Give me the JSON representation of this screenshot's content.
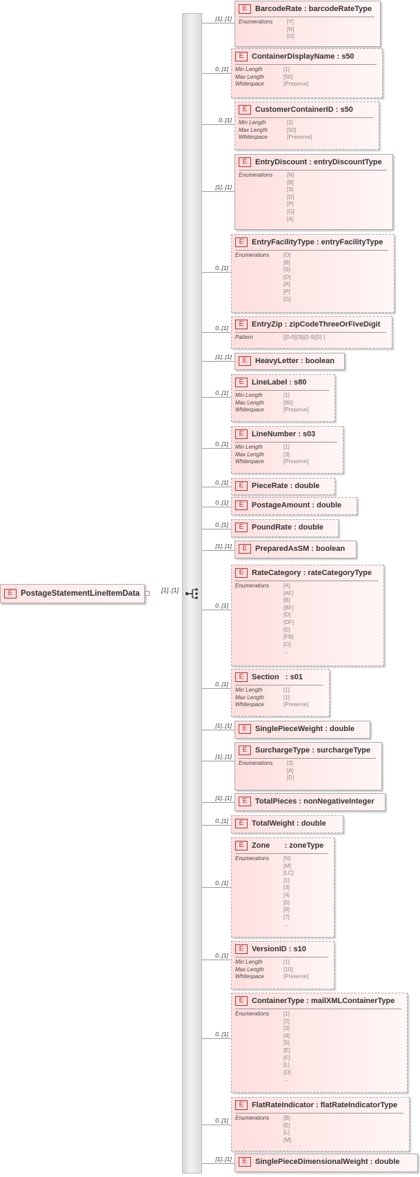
{
  "root": {
    "label": "PostageStatementLineItemData",
    "cardinality": "[1]..[1]"
  },
  "element_badge": "E",
  "children": [
    {
      "name": "BarcodeRate",
      "type": "barcodeRateType",
      "card": "[1]..[1]",
      "optional": false,
      "facets": [
        {
          "label": "Enumerations",
          "values": [
            "[Y]",
            "[N]",
            "[O]"
          ]
        }
      ]
    },
    {
      "name": "ContainerDisplayName",
      "type": "s50",
      "card": "0..[1]",
      "optional": true,
      "facets": [
        {
          "label": "Min Length",
          "values": [
            "[1]"
          ]
        },
        {
          "label": "Max Length",
          "values": [
            "[50]"
          ]
        },
        {
          "label": "Whitespace",
          "values": [
            "[Preserve]"
          ]
        }
      ]
    },
    {
      "name": "CustomerContainerID",
      "type": "s50",
      "card": "0..[1]",
      "optional": true,
      "facets": [
        {
          "label": "Min Length",
          "values": [
            "[1]"
          ]
        },
        {
          "label": "Max Length",
          "values": [
            "[50]"
          ]
        },
        {
          "label": "Whitespace",
          "values": [
            "[Preserve]"
          ]
        }
      ]
    },
    {
      "name": "EntryDiscount",
      "type": "entryDiscountType",
      "card": "[1]..[1]",
      "optional": false,
      "facets": [
        {
          "label": "Enumerations",
          "values": [
            "[N]",
            "[B]",
            "[S]",
            "[D]",
            "[P]",
            "[G]",
            "[A]"
          ]
        }
      ]
    },
    {
      "name": "EntryFacilityType",
      "type": "entryFacilityType",
      "card": "0..[1]",
      "optional": true,
      "facets": [
        {
          "label": "Enumerations",
          "values": [
            "[O]",
            "[B]",
            "[S]",
            "[D]",
            "[A]",
            "[P]",
            "[G]"
          ]
        }
      ]
    },
    {
      "name": "EntryZip",
      "type": "zipCodeThreeOrFiveDigit",
      "card": "0..[1]",
      "optional": true,
      "facets": [
        {
          "label": "Pattern",
          "values": [
            "[[0-9]{3}|[0-9]{5} ]"
          ]
        }
      ]
    },
    {
      "name": "HeavyLetter",
      "type": "boolean",
      "card": "[1]..[1]",
      "optional": false,
      "facets": []
    },
    {
      "name": "LineLabel",
      "type": "s80",
      "card": "0..[1]",
      "optional": true,
      "facets": [
        {
          "label": "Min Length",
          "values": [
            "[1]"
          ]
        },
        {
          "label": "Max Length",
          "values": [
            "[80]"
          ]
        },
        {
          "label": "Whitespace",
          "values": [
            "[Preserve]"
          ]
        }
      ]
    },
    {
      "name": "LineNumber",
      "type": "s03",
      "card": "0..[1]",
      "optional": true,
      "facets": [
        {
          "label": "Min Length",
          "values": [
            "[1]"
          ]
        },
        {
          "label": "Max Length",
          "values": [
            "[3]"
          ]
        },
        {
          "label": "Whitespace",
          "values": [
            "[Preserve]"
          ]
        }
      ]
    },
    {
      "name": "PieceRate",
      "type": "double",
      "card": "0..[1]",
      "optional": true,
      "facets": []
    },
    {
      "name": "PostageAmount",
      "type": "double",
      "card": "0..[1]",
      "optional": true,
      "facets": []
    },
    {
      "name": "PoundRate",
      "type": "double",
      "card": "0..[1]",
      "optional": true,
      "facets": []
    },
    {
      "name": "PreparedAsSM",
      "type": "boolean",
      "card": "[1]..[1]",
      "optional": false,
      "facets": []
    },
    {
      "name": "RateCategory",
      "type": "rateCategoryType",
      "card": "0..[1]",
      "optional": true,
      "facets": [
        {
          "label": "Enumerations",
          "values": [
            "[A]",
            "[AF]",
            "[B]",
            "[BF]",
            "[D]",
            "[DF]",
            "[E]",
            "[FB]",
            "[G]",
            "..."
          ]
        }
      ]
    },
    {
      "name": "Section  ",
      "type": "s01",
      "card": "0..[1]",
      "optional": true,
      "facets": [
        {
          "label": "Min Length",
          "values": [
            "[1]"
          ]
        },
        {
          "label": "Max Length",
          "values": [
            "[1]"
          ]
        },
        {
          "label": "Whitespace",
          "values": [
            "[Preserve]"
          ]
        }
      ]
    },
    {
      "name": "SinglePieceWeight",
      "type": "double",
      "card": "[1]..[1]",
      "optional": false,
      "facets": []
    },
    {
      "name": "SurchargeType",
      "type": "surchargeType",
      "card": "[1]..[1]",
      "optional": false,
      "facets": [
        {
          "label": "Enumerations",
          "values": [
            "[2]",
            "[A]",
            "[D]"
          ]
        }
      ]
    },
    {
      "name": "TotalPieces",
      "type": "nonNegativeInteger",
      "card": "[1]..[1]",
      "optional": false,
      "facets": []
    },
    {
      "name": "TotalWeight",
      "type": "double",
      "card": "0..[1]",
      "optional": true,
      "facets": []
    },
    {
      "name": "Zone      ",
      "type": "zoneType",
      "card": "0..[1]",
      "optional": true,
      "facets": [
        {
          "label": "Enumerations",
          "values": [
            "[N]",
            "[M]",
            "[LC]",
            "[1]",
            "[3]",
            "[4]",
            "[5]",
            "[6]",
            "[7]",
            "..."
          ]
        }
      ]
    },
    {
      "name": "VersionID",
      "type": "s10",
      "card": "0..[1]",
      "optional": true,
      "facets": [
        {
          "label": "Min Length",
          "values": [
            "[1]"
          ]
        },
        {
          "label": "Max Length",
          "values": [
            "[10]"
          ]
        },
        {
          "label": "Whitespace",
          "values": [
            "[Preserve]"
          ]
        }
      ]
    },
    {
      "name": "ContainerType",
      "type": "mailXMLContainerType",
      "card": "0..[1]",
      "optional": true,
      "facets": [
        {
          "label": "Enumerations",
          "values": [
            "[1]",
            "[2]",
            "[3]",
            "[4]",
            "[5]",
            "[E]",
            "[F]",
            "[L]",
            "[O]",
            "..."
          ]
        }
      ]
    },
    {
      "name": "FlatRateIndicator",
      "type": "flatRateIndicatorType",
      "card": "0..[1]",
      "optional": true,
      "facets": [
        {
          "label": "Enumerations",
          "values": [
            "[B]",
            "[E]",
            "[L]",
            "[M]"
          ]
        }
      ]
    },
    {
      "name": "SinglePieceDimensionalWeight",
      "type": "double",
      "card": "[1]..[1]",
      "optional": false,
      "facets": []
    }
  ]
}
